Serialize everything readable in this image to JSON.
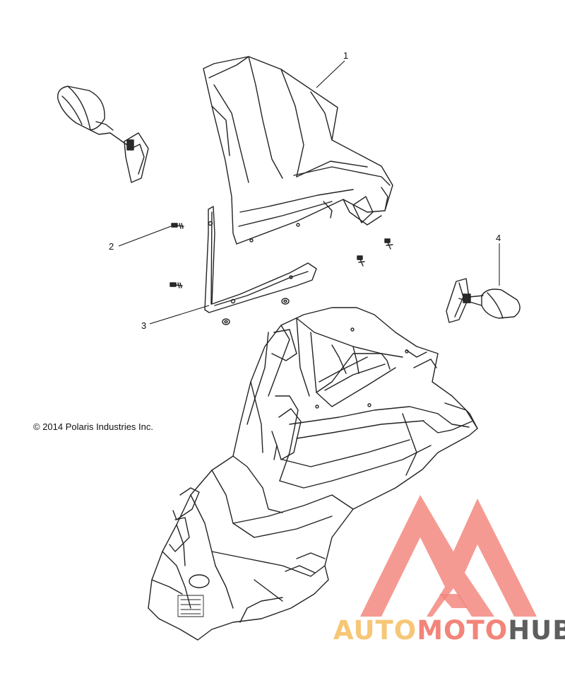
{
  "callouts": [
    {
      "id": "1",
      "label": "1"
    },
    {
      "id": "2",
      "label": "2"
    },
    {
      "id": "3",
      "label": "3"
    },
    {
      "id": "4",
      "label": "4"
    }
  ],
  "copyright": "© 2014 Polaris Industries Inc.",
  "watermark": {
    "part1": "AUTO",
    "part2": "MOTO",
    "part3": "HUB",
    "colors": {
      "auto": "#f6c777",
      "moto": "#f3847a",
      "hub": "#5e5e5e",
      "logo": "#f3847a"
    }
  }
}
